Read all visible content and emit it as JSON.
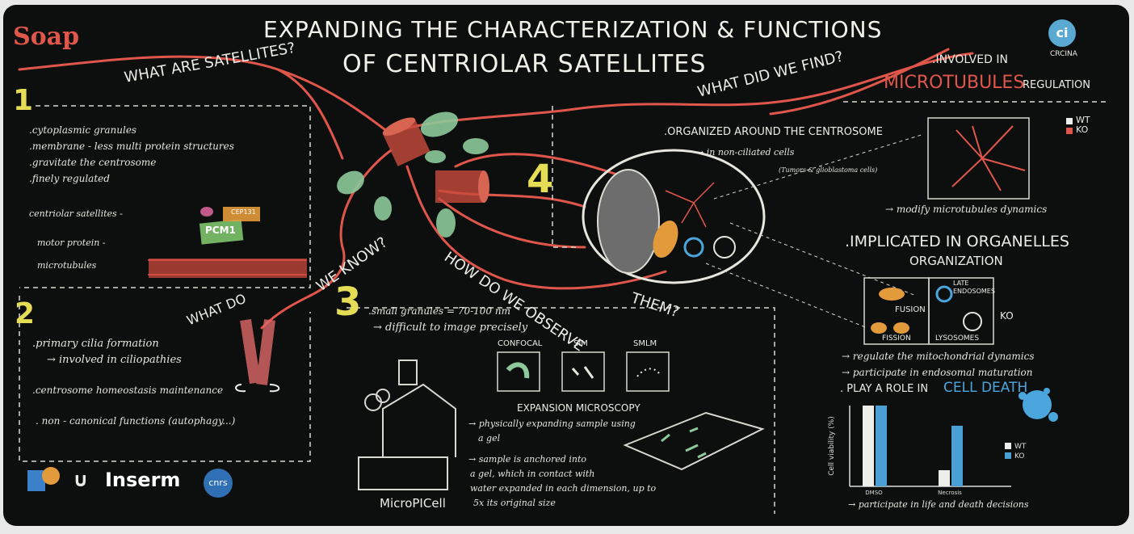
{
  "header": {
    "soap": "Soap",
    "title_line1": "EXPANDING THE CHARACTERIZATION & FUNCTIONS",
    "title_line2": "OF CENTRIOLAR  SATELLITES",
    "crcina_logo": "ci",
    "crcina_text": "CRCINA"
  },
  "questions": {
    "what_are": "WHAT ARE SATELLITES?",
    "what_find": "WHAT DID WE FIND?",
    "we_know": "WE KNOW?",
    "what_do": "WHAT DO",
    "how_observe": "HOW DO WE OBSERVE",
    "them": "THEM?"
  },
  "section1": {
    "number": "1",
    "lines": [
      ".cytoplasmic granules",
      ".membrane - less multi protein structures",
      ".gravitate the centrosome",
      ".finely regulated"
    ],
    "labels": [
      "centriolar satellites -",
      "motor protein -",
      "microtubules"
    ],
    "pcm1": "PCM1",
    "cep131": "CEP131"
  },
  "section2": {
    "number": "2",
    "line1": ".primary cilia formation",
    "line2": "→ involved in ciliopathies",
    "line3": ".centrosome homeostasis maintenance",
    "line4": ". non - canonical functions (autophagy...)"
  },
  "section3": {
    "number": "3",
    "line1": ".small granules = 70-100 nm",
    "line2": "→ difficult to image precisely",
    "confocal": "CONFOCAL",
    "sim": "SIM",
    "smlm": "SMLM",
    "expansion_title": "EXPANSION MICROSCOPY",
    "exp1": "→ physically expanding sample using",
    "exp2": "a gel",
    "exp3": "→ sample is anchored into",
    "exp4": "a gel, which in contact with",
    "exp5": "water expanded in each dimension, up to",
    "exp6": "5x its original size",
    "micropicell": "MicroPICell"
  },
  "section4": {
    "number": "4",
    "organized": ".ORGANIZED AROUND THE CENTROSOME",
    "non_ciliated": "→ in non-ciliated cells",
    "cells": "(Tumors & glioblastoma cells)",
    "involved": ".INVOLVED IN",
    "microtubules": "MICROTUBULES",
    "regulation": "REGULATION",
    "wt": "WT",
    "ko": "KO",
    "modify": "→ modify microtubules dynamics",
    "implicated": ".IMPLICATED IN ORGANELLES",
    "organization": "ORGANIZATION",
    "late_endosomes": "LATE ENDOSOMES",
    "fusion": "FUSION",
    "fission": "FISSION",
    "lysosomes": "LYSOSOMES",
    "ko_label": "KO",
    "regulate": "→ regulate the mitochondrial dynamics",
    "participate": "→ participate in endosomal maturation",
    "play_role": ". PLAY A ROLE IN",
    "cell_death": "CELL DEATH",
    "chart_ylabel": "Cell viability (%)",
    "chart_cat1": "DMSO",
    "chart_cat2": "Necrosis",
    "legend_wt": "WT",
    "legend_ko": "KO",
    "life_death": "→ participate in life and death decisions"
  },
  "footer": {
    "inserm": "Inserm",
    "cnrs": "cnrs"
  },
  "colors": {
    "board": "#0d0f0f",
    "chalk_white": "#ecece6",
    "chalk_red": "#e0564a",
    "chalk_green": "#8dc99a",
    "chalk_yellow": "#e6dd57",
    "chalk_blue": "#4aa6dc",
    "chalk_orange": "#e39a3a"
  },
  "chart_data": {
    "type": "bar",
    "categories": [
      "DMSO",
      "Necrosis"
    ],
    "series": [
      {
        "name": "WT",
        "values": [
          100,
          20
        ]
      },
      {
        "name": "KO",
        "values": [
          100,
          75
        ]
      }
    ],
    "xlabel": "",
    "ylabel": "Cell viability (%)",
    "ylim": [
      0,
      100
    ]
  }
}
